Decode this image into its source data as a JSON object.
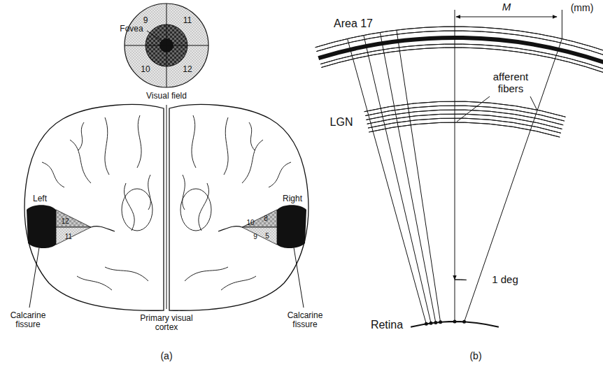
{
  "diagram": {
    "labels": [
      "Fovea",
      "9",
      "11",
      "10",
      "12",
      "Visual field",
      "Left",
      "Right",
      "12",
      "11",
      "10",
      "8",
      "9",
      "5",
      "Calcarine fissure",
      "Primary visual cortex",
      "Calcarine fissure",
      "(a)",
      "M",
      "(mm)",
      "Area 17",
      "afferent fibers",
      "LGN",
      "1 deg",
      "Retina",
      "(b)"
    ]
  }
}
